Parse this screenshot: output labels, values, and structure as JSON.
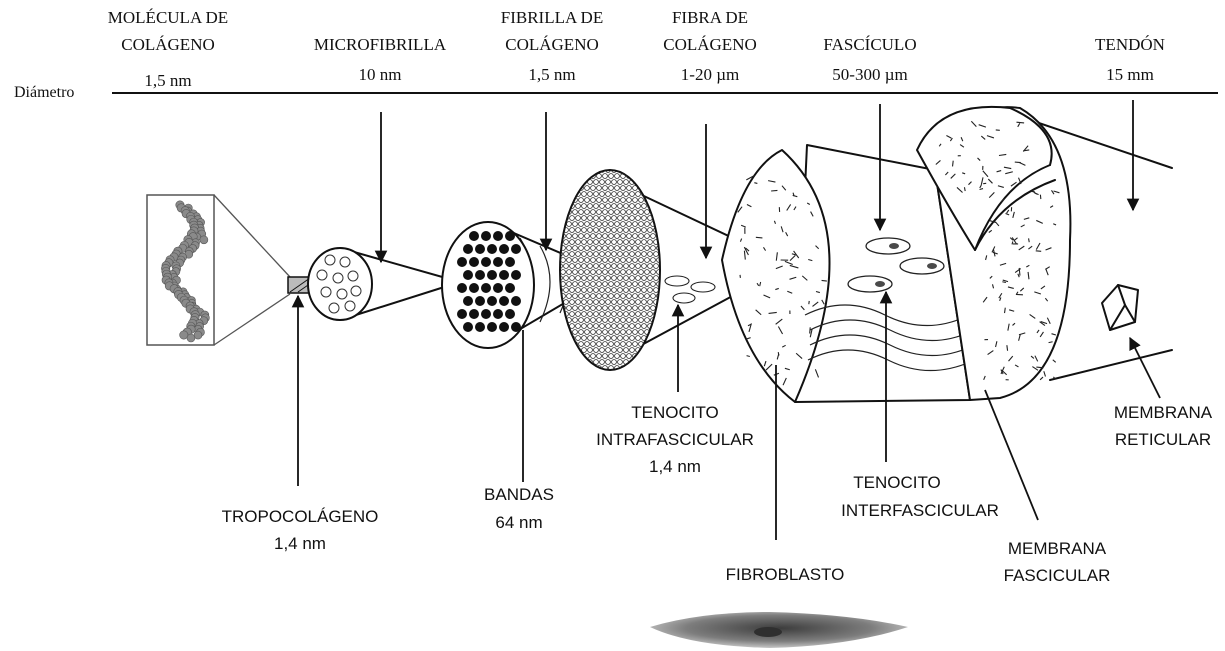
{
  "diameter_label": "Diámetro",
  "levels": [
    {
      "title_lines": [
        "MOLÉCULA DE",
        "COLÁGENO"
      ],
      "size": "1,5 nm"
    },
    {
      "title_lines": [
        "MICROFIBRILLA"
      ],
      "size": "10 nm"
    },
    {
      "title_lines": [
        "FIBRILLA DE",
        "COLÁGENO"
      ],
      "size": "1,5 nm"
    },
    {
      "title_lines": [
        "FIBRA DE",
        "COLÁGENO"
      ],
      "size": "1-20 µm"
    },
    {
      "title_lines": [
        "FASCÍCULO"
      ],
      "size": "50-300 µm"
    },
    {
      "title_lines": [
        "TENDÓN"
      ],
      "size": "15 mm"
    }
  ],
  "callouts": {
    "tropocolageno": {
      "lines": [
        "TROPOCOLÁGENO",
        "1,4 nm"
      ]
    },
    "bandas": {
      "lines": [
        "BANDAS",
        "64 nm"
      ]
    },
    "tenocito_intra": {
      "lines": [
        "TENOCITO",
        "INTRAFASCICULAR",
        "1,4 nm"
      ]
    },
    "fibroblasto": {
      "lines": [
        "FIBROBLASTO"
      ]
    },
    "tenocito_inter": {
      "lines": [
        "TENOCITO",
        "INTERFASCICULAR"
      ]
    },
    "membrana_fascicular": {
      "lines": [
        "MEMBRANA",
        "FASCICULAR"
      ]
    },
    "membrana_reticular": {
      "lines": [
        "MEMBRANA",
        "RETICULAR"
      ]
    }
  },
  "colors": {
    "ink": "#111111",
    "molecule": "#8a8a8a",
    "cell_dark": "#4a4a4a"
  }
}
